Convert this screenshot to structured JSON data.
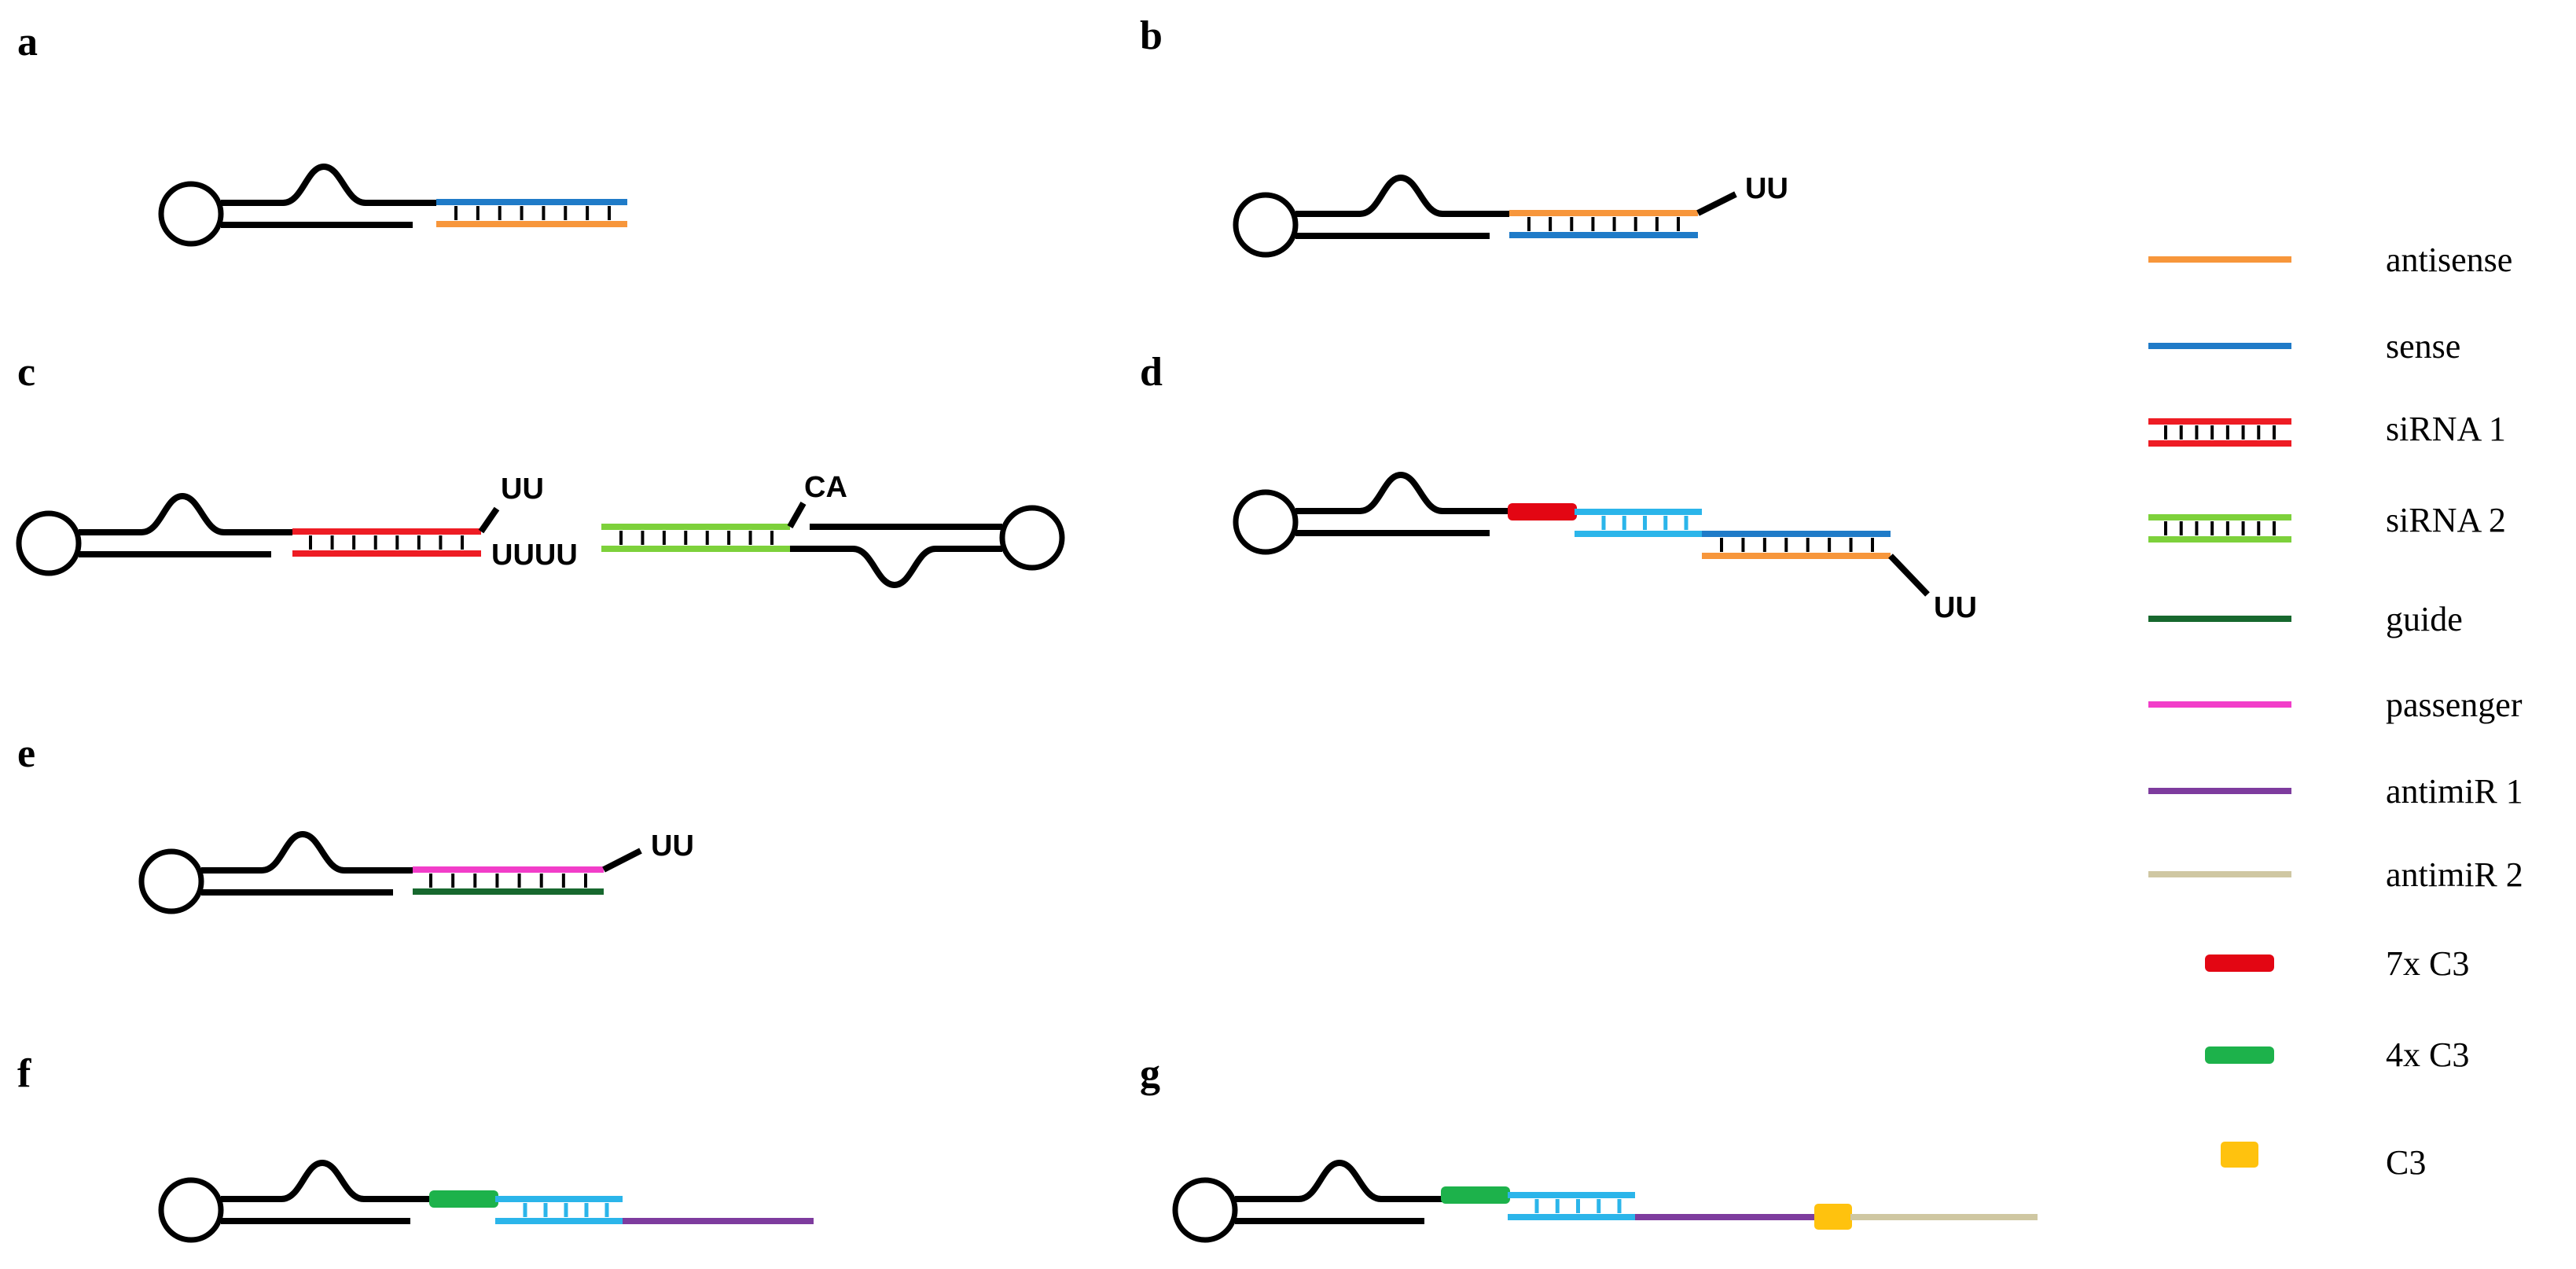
{
  "colors": {
    "antisense": "#F7963B",
    "sense": "#1F7BC8",
    "sirna1": "#EE1C24",
    "sirna2": "#7DD13B",
    "guide": "#17682E",
    "passenger": "#F23DC9",
    "antimir1": "#7E3C9E",
    "antimir2": "#CFC7A2",
    "c3x7": "#E30613",
    "c3x4": "#1DB24B",
    "c3": "#FFC20E",
    "cyan": "#2BB5EA",
    "black": "#000000"
  },
  "panels": {
    "a": {
      "letter": "a"
    },
    "b": {
      "letter": "b",
      "overhang": "UU"
    },
    "c": {
      "letter": "c",
      "overhang_top": "UU",
      "overhang_bottom": "UUUU",
      "overhang_right": "CA"
    },
    "d": {
      "letter": "d",
      "overhang": "UU"
    },
    "e": {
      "letter": "e",
      "overhang": "UU"
    },
    "f": {
      "letter": "f"
    },
    "g": {
      "letter": "g"
    }
  },
  "legend": {
    "antisense": "antisense",
    "sense": "sense",
    "sirna1": "siRNA 1",
    "sirna2": "siRNA 2",
    "guide": "guide",
    "passenger": "passenger",
    "antimir1": "antimiR 1",
    "antimir2": "antimiR 2",
    "c3x7": "7x C3",
    "c3x4": "4x C3",
    "c3": "C3"
  }
}
